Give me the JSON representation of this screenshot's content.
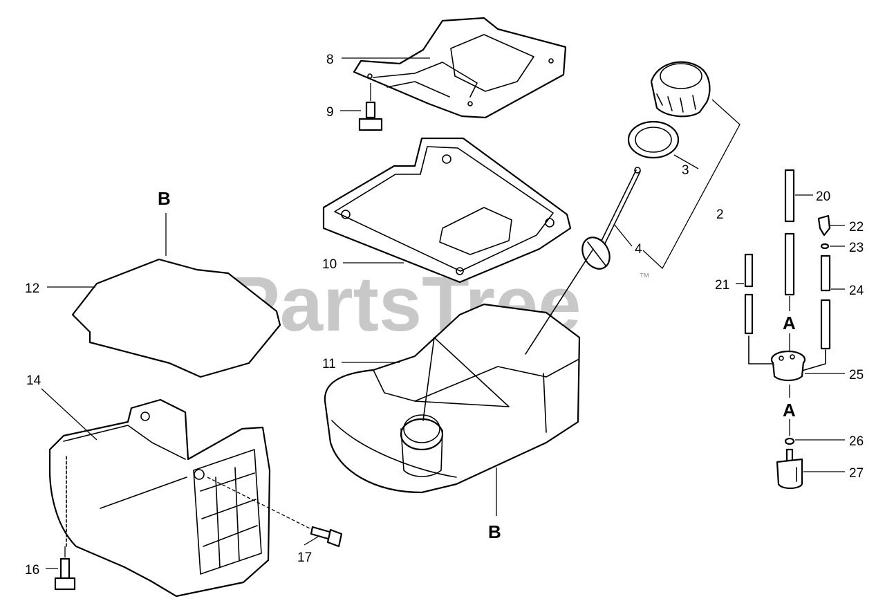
{
  "watermark": {
    "text": "PartsTree",
    "trademark": "™"
  },
  "callouts": {
    "p2": "2",
    "p3": "3",
    "p4": "4",
    "p8": "8",
    "p9": "9",
    "p10": "10",
    "p11": "11",
    "p12": "12",
    "p14": "14",
    "p16": "16",
    "p17": "17",
    "p20": "20",
    "p21": "21",
    "p22": "22",
    "p23": "23",
    "p24": "24",
    "p25": "25",
    "p26": "26",
    "p27": "27"
  },
  "refs": {
    "b_top": "B",
    "b_bottom": "B",
    "a_top": "A",
    "a_bottom": "A"
  },
  "colors": {
    "line": "#000000",
    "watermark": "#c8c8c8",
    "background": "#ffffff"
  }
}
